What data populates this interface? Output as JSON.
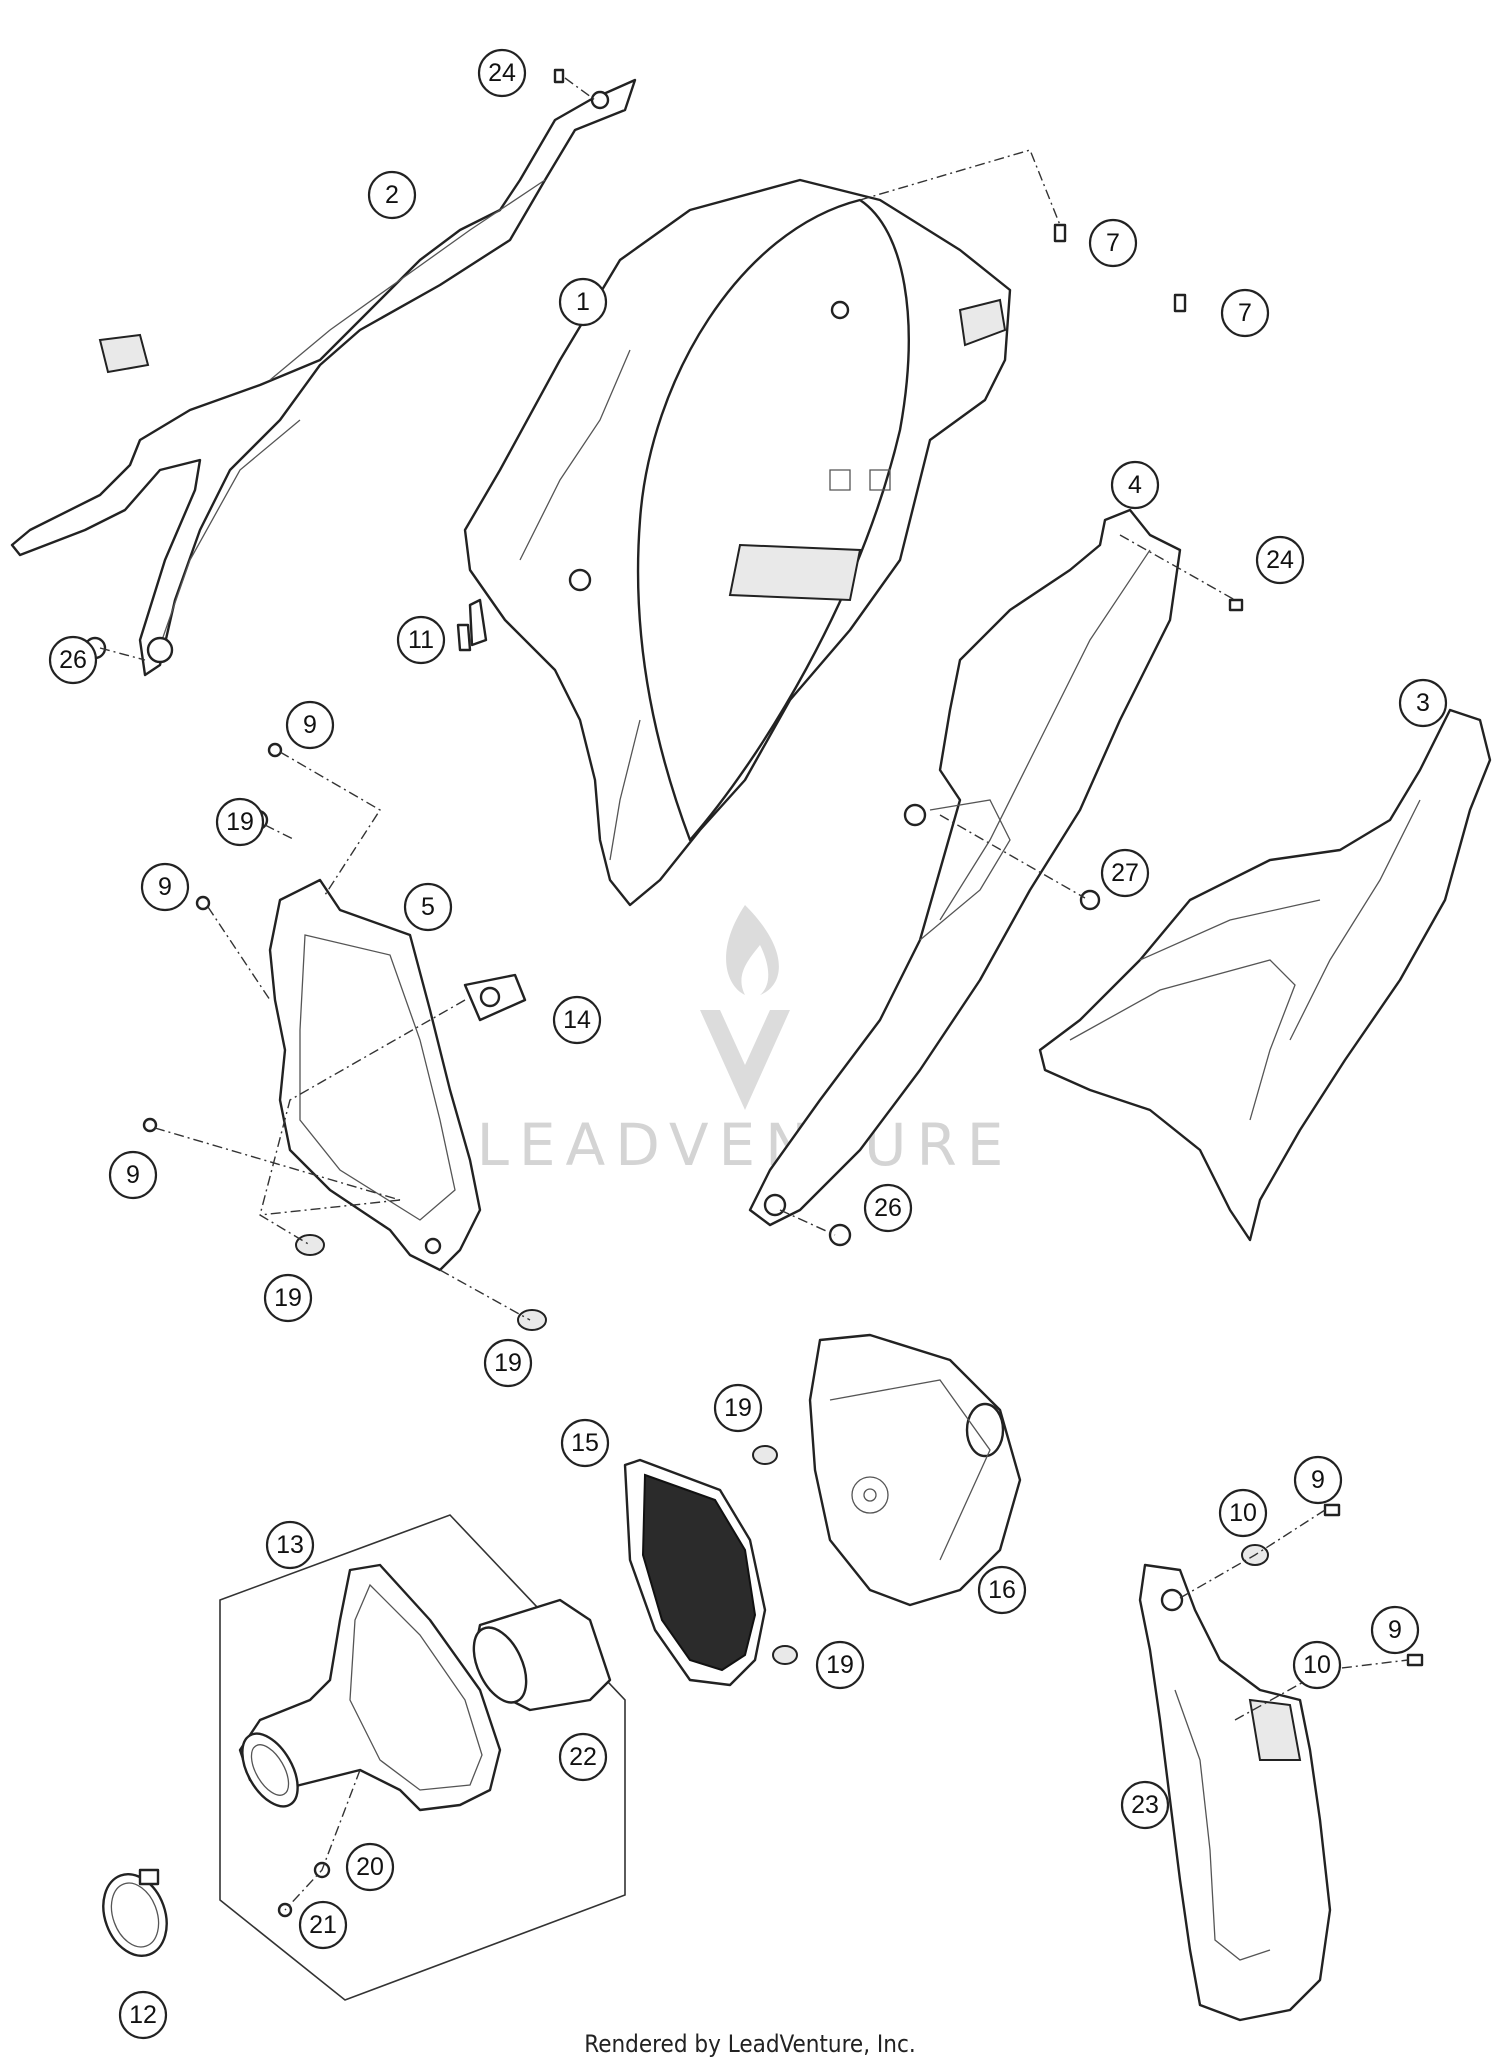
{
  "footer": {
    "text": "Rendered by LeadVenture, Inc."
  },
  "watermark": {
    "text": "LEADVENTURE",
    "color": "#d4d4d4"
  },
  "callouts": [
    {
      "label": "24"
    },
    {
      "label": "2"
    },
    {
      "label": "1"
    },
    {
      "label": "7"
    },
    {
      "label": "7"
    },
    {
      "label": "4"
    },
    {
      "label": "24"
    },
    {
      "label": "26"
    },
    {
      "label": "11"
    },
    {
      "label": "3"
    },
    {
      "label": "9"
    },
    {
      "label": "19"
    },
    {
      "label": "9"
    },
    {
      "label": "5"
    },
    {
      "label": "27"
    },
    {
      "label": "14"
    },
    {
      "label": "9"
    },
    {
      "label": "26"
    },
    {
      "label": "19"
    },
    {
      "label": "19"
    },
    {
      "label": "19"
    },
    {
      "label": "15"
    },
    {
      "label": "13"
    },
    {
      "label": "10"
    },
    {
      "label": "9"
    },
    {
      "label": "16"
    },
    {
      "label": "19"
    },
    {
      "label": "10"
    },
    {
      "label": "9"
    },
    {
      "label": "22"
    },
    {
      "label": "23"
    },
    {
      "label": "20"
    },
    {
      "label": "21"
    },
    {
      "label": "12"
    }
  ]
}
